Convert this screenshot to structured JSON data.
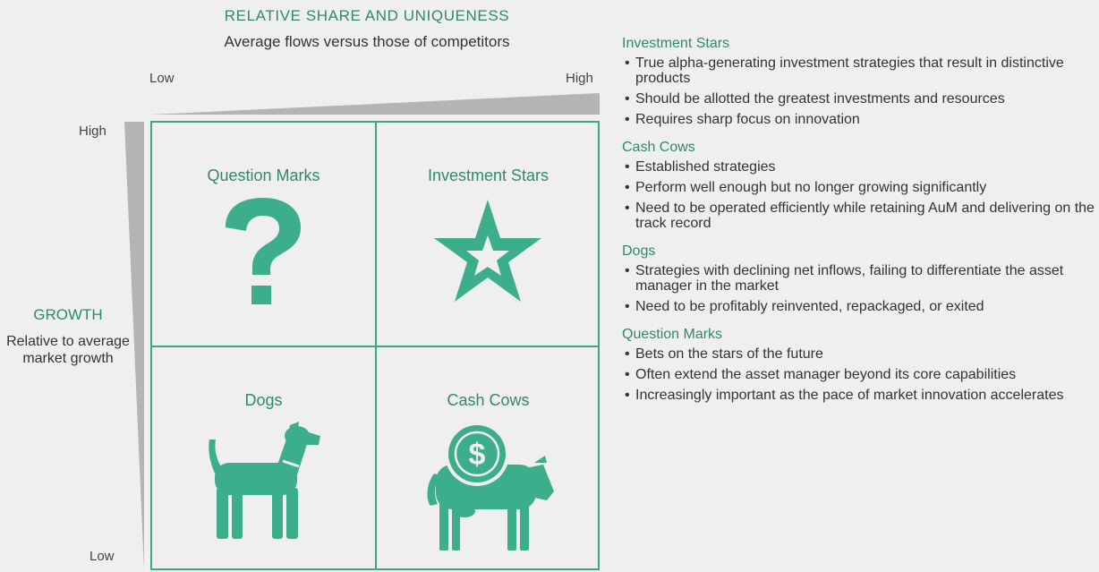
{
  "axes": {
    "x_title": "RELATIVE SHARE AND UNIQUENESS",
    "x_subtitle": "Average flows versus those of competitors",
    "x_low": "Low",
    "x_high": "High",
    "y_title": "GROWTH",
    "y_subtitle": "Relative to average market growth",
    "y_high": "High",
    "y_low": "Low"
  },
  "quadrants": {
    "top_left": {
      "label": "Question Marks",
      "icon": "question-mark-icon"
    },
    "top_right": {
      "label": "Investment Stars",
      "icon": "star-icon"
    },
    "bottom_left": {
      "label": "Dogs",
      "icon": "dog-icon"
    },
    "bottom_right": {
      "label": "Cash Cows",
      "icon": "cow-dollar-icon"
    }
  },
  "legend": [
    {
      "heading": "Investment Stars",
      "items": [
        "True alpha-generating investment strategies that result in distinctive products",
        "Should be allotted the greatest investments and resources",
        "Requires sharp focus on innovation"
      ]
    },
    {
      "heading": "Cash Cows",
      "items": [
        "Established strategies",
        "Perform well enough but no longer growing significantly",
        "Need to be operated efficiently while retaining AuM and delivering on the track record"
      ]
    },
    {
      "heading": "Dogs",
      "items": [
        "Strategies with declining net inflows, failing to differentiate the asset manager in the market",
        "Need to be profitably reinvented, repackaged, or exited"
      ]
    },
    {
      "heading": "Question Marks",
      "items": [
        "Bets on the stars of the future",
        "Often extend the asset manager beyond its core capabilities",
        "Increasingly important as the pace of market innovation accelerates"
      ]
    }
  ],
  "colors": {
    "accent": "#2e8b66",
    "icon_fill": "#3dae8c",
    "wedge": "#b4b4b4",
    "background": "#efefef"
  }
}
